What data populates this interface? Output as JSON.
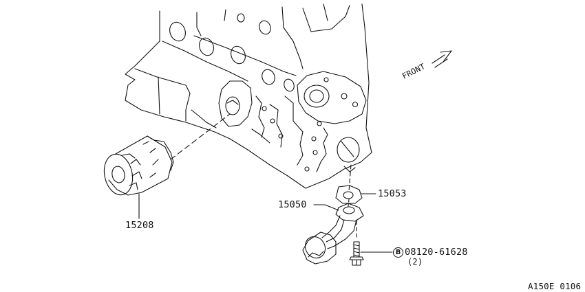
{
  "diagram": {
    "direction_label": "FRONT",
    "parts": [
      {
        "number": "15208"
      },
      {
        "number": "15050"
      },
      {
        "number": "15053"
      },
      {
        "number": "08120-61628",
        "symbol": "B",
        "quantity": "(2)"
      }
    ],
    "drawing_code": "A150E 0106"
  },
  "colors": {
    "line": "#111111",
    "background": "#ffffff"
  }
}
